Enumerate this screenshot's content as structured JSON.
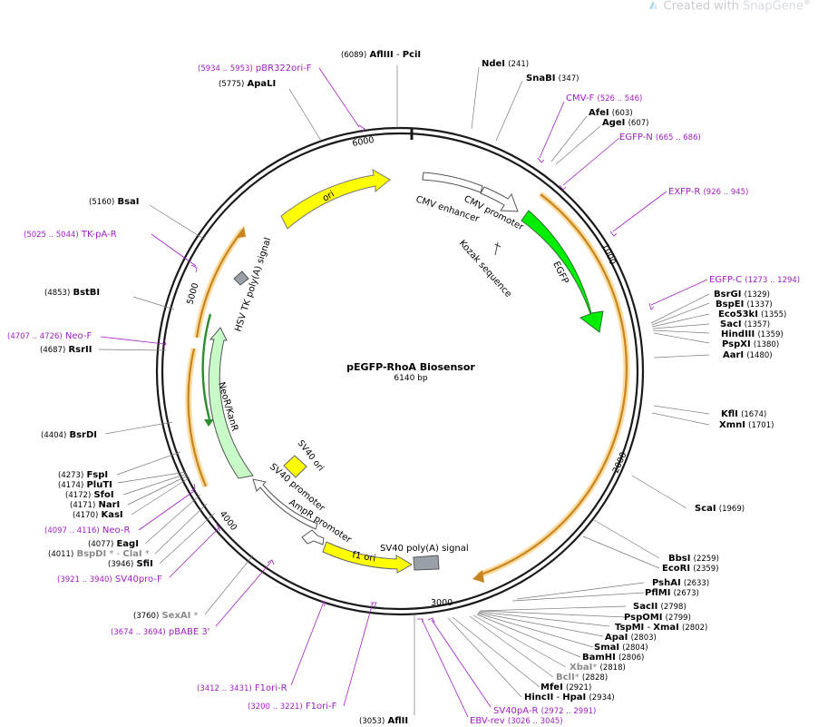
{
  "watermark": {
    "prefix": "Created with ",
    "brand": "SnapGene",
    "reg": "®"
  },
  "plasmid": {
    "name": "pEGFP-RhoA Biosensor",
    "length": "6140 bp"
  },
  "ticks": [
    "1000",
    "2000",
    "3000",
    "4000",
    "5000",
    "6000"
  ],
  "features": {
    "cmv_enhancer": "CMV enhancer",
    "cmv_promoter": "CMV promoter",
    "kozak": "Kozak sequence",
    "egfp": "EGFP",
    "ori": "ori",
    "hsv_tk": "HSV TK poly(A) signal",
    "neor": "NeoR/KanR",
    "sv40_ori": "SV40 ori",
    "sv40_promoter": "SV40 promoter",
    "ampr_promoter": "AmpR promoter",
    "f1_ori": "f1 ori",
    "sv40_polya": "SV40 poly(A) signal"
  },
  "sites": [
    {
      "name": "AflIII",
      "pos": "(6089)",
      "name2": "PciI"
    },
    {
      "name": "ApaLI",
      "pos": "(5775)"
    },
    {
      "name": "BsaI",
      "pos": "(5160)"
    },
    {
      "name": "BstBI",
      "pos": "(4853)"
    },
    {
      "name": "RsrII",
      "pos": "(4687)"
    },
    {
      "name": "BsrDI",
      "pos": "(4404)"
    },
    {
      "name": "FspI",
      "pos": "(4273)"
    },
    {
      "name": "PluTI",
      "pos": "(4174)"
    },
    {
      "name": "SfoI",
      "pos": "(4172)"
    },
    {
      "name": "NarI",
      "pos": "(4171)"
    },
    {
      "name": "KasI",
      "pos": "(4170)"
    },
    {
      "name": "EagI",
      "pos": "(4077)"
    },
    {
      "name": "BspDI",
      "pos": "(4011)",
      "name2": "ClaI",
      "mark": "*"
    },
    {
      "name": "SfiI",
      "pos": "(3946)"
    },
    {
      "name": "SexAI",
      "pos": "(3760)",
      "mark": "*"
    },
    {
      "name": "AflII",
      "pos": "(3053)"
    },
    {
      "name": "NdeI",
      "pos": "(241)"
    },
    {
      "name": "SnaBI",
      "pos": "(347)"
    },
    {
      "name": "AfeI",
      "pos": "(603)"
    },
    {
      "name": "AgeI",
      "pos": "(607)"
    },
    {
      "name": "BsrGI",
      "pos": "(1329)"
    },
    {
      "name": "BspEI",
      "pos": "(1337)"
    },
    {
      "name": "Eco53kI",
      "pos": "(1355)"
    },
    {
      "name": "SacI",
      "pos": "(1357)"
    },
    {
      "name": "HindIII",
      "pos": "(1359)"
    },
    {
      "name": "PspXI",
      "pos": "(1380)"
    },
    {
      "name": "AarI",
      "pos": "(1480)"
    },
    {
      "name": "KflI",
      "pos": "(1674)"
    },
    {
      "name": "XmnI",
      "pos": "(1701)"
    },
    {
      "name": "ScaI",
      "pos": "(1969)"
    },
    {
      "name": "BbsI",
      "pos": "(2259)"
    },
    {
      "name": "EcoRI",
      "pos": "(2359)"
    },
    {
      "name": "PshAI",
      "pos": "(2633)"
    },
    {
      "name": "PflMI",
      "pos": "(2673)"
    },
    {
      "name": "SacII",
      "pos": "(2798)"
    },
    {
      "name": "PspOMI",
      "pos": "(2799)"
    },
    {
      "name": "TspMI",
      "pos": "(2802)",
      "name2": "XmaI"
    },
    {
      "name": "ApaI",
      "pos": "(2803)"
    },
    {
      "name": "SmaI",
      "pos": "(2804)"
    },
    {
      "name": "BamHI",
      "pos": "(2806)"
    },
    {
      "name": "XbaI",
      "pos": "(2818)",
      "mark": "*"
    },
    {
      "name": "BclI",
      "pos": "(2828)",
      "mark": "*"
    },
    {
      "name": "MfeI",
      "pos": "(2921)"
    },
    {
      "name": "HincII",
      "pos": "(2934)",
      "name2": "HpaI"
    }
  ],
  "primers": [
    {
      "name": "pBR322ori-F",
      "range": "(5934 .. 5953)"
    },
    {
      "name": "TK-pA-R",
      "range": "(5025 .. 5044)"
    },
    {
      "name": "Neo-F",
      "range": "(4707 .. 4726)"
    },
    {
      "name": "Neo-R",
      "range": "(4097 .. 4116)"
    },
    {
      "name": "SV40pro-F",
      "range": "(3921 .. 3940)"
    },
    {
      "name": "pBABE 3'",
      "range": "(3674 .. 3694)"
    },
    {
      "name": "F1ori-R",
      "range": "(3412 .. 3431)"
    },
    {
      "name": "F1ori-F",
      "range": "(3200 .. 3221)"
    },
    {
      "name": "EBV-rev",
      "range": "(3026 .. 3045)"
    },
    {
      "name": "SV40pA-R",
      "range": "(2972 .. 2991)"
    },
    {
      "name": "CMV-F",
      "range": "(526 .. 546)"
    },
    {
      "name": "EGFP-N",
      "range": "(665 .. 686)"
    },
    {
      "name": "EXFP-R",
      "range": "(926 .. 945)"
    },
    {
      "name": "EGFP-C",
      "range": "(1273 .. 1294)"
    }
  ],
  "colors": {
    "site": "#000000",
    "site_dim": "#8a8a8a",
    "primer": "#a020c0",
    "egfp": "#00ee00",
    "ori": "#ffff00",
    "orange": "#c8841e",
    "orange_glow": "#fbdca0",
    "promoter": "#ffffff",
    "neor": "#c8fac8",
    "polya": "#9aa0a8",
    "ring": "#1a1a1a"
  }
}
